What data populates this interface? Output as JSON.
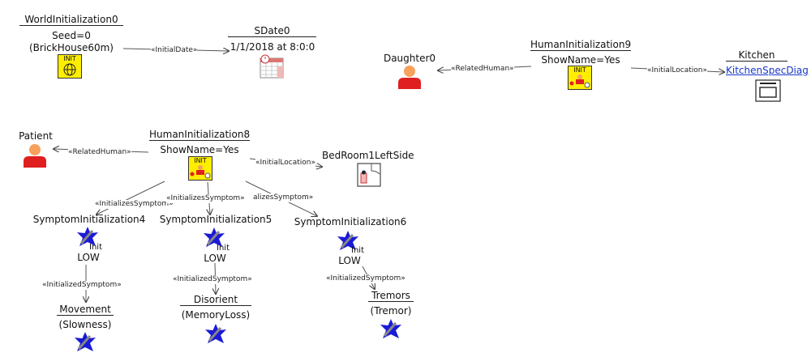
{
  "nodes": {
    "world_init": {
      "name": "WorldInitialization0",
      "prop1": "Seed=0",
      "prop2": "(BrickHouse60m)",
      "badge": "INIT"
    },
    "sdate": {
      "name": "SDate0",
      "prop1": "1/1/2018 at 8:0:0"
    },
    "daughter": {
      "name": "Daughter0"
    },
    "human9": {
      "name": "HumanInitialization9",
      "prop1": "ShowName=Yes",
      "badge": "INIT"
    },
    "kitchen": {
      "name": "Kitchen",
      "link": "KitchenSpecDiag"
    },
    "patient": {
      "name": "Patient"
    },
    "human8": {
      "name": "HumanInitialization8",
      "prop1": "ShowName=Yes",
      "badge": "INIT"
    },
    "bedroom": {
      "name": "BedRoom1LeftSide"
    },
    "sym4": {
      "name": "SymptomInitialization4",
      "init": "Init",
      "level": "LOW"
    },
    "sym5": {
      "name": "SymptomInitialization5",
      "init": "Init",
      "level": "LOW"
    },
    "sym6": {
      "name": "SymptomInitialization6",
      "init": "Init",
      "level": "LOW"
    },
    "movement": {
      "name": "Movement",
      "prop1": "(Slowness)"
    },
    "disorient": {
      "name": "Disorient",
      "prop1": "(MemoryLoss)"
    },
    "tremors": {
      "name": "Tremors",
      "prop1": "(Tremor)"
    }
  },
  "edges": {
    "initial_date": "«InitialDate»",
    "related_human_9": "«RelatedHuman»",
    "initial_location_9": "«InitialLocation»",
    "related_human_8": "«RelatedHuman»",
    "initial_location_8": "«InitialLocation»",
    "initializes_symptom_4": "«InitializesSymptom»",
    "initializes_symptom_5": "«InitializesSymptom»",
    "initializes_symptom_6": "alizesSymptom»",
    "initialized_symptom_4": "«InitializedSymptom»",
    "initialized_symptom_5": "«InitializedSymptom»",
    "initialized_symptom_6": "«InitializedSymptom»"
  },
  "colors": {
    "init_yellow": "#ffee00",
    "person_orange": "#f7a15c",
    "person_red": "#e02020",
    "star_blue": "#1a1ad6",
    "link_blue": "#1a37c8"
  }
}
